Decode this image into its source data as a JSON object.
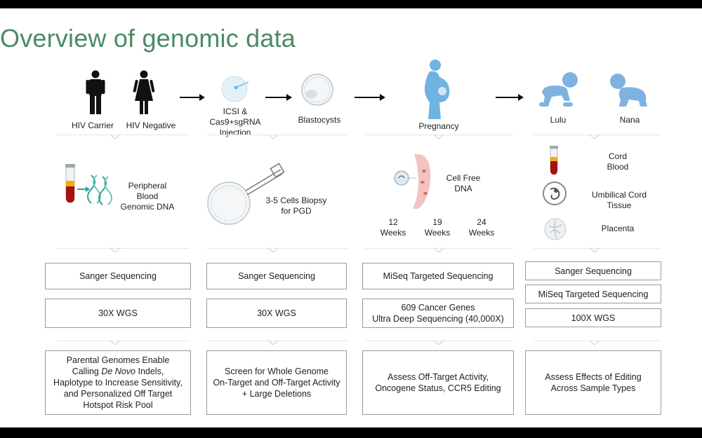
{
  "title": "Overview of genomic data",
  "stages": {
    "parents": {
      "carrier": "HIV Carrier",
      "negative": "HIV Negative"
    },
    "injection": {
      "line1": "ICSI &",
      "line2": "Cas9+sgRNA",
      "line3": "Injection"
    },
    "blastocysts": "Blastocysts",
    "pregnancy": "Pregnancy",
    "babies": {
      "lulu": "Lulu",
      "nana": "Nana"
    }
  },
  "samples": {
    "blood": {
      "line1": "Peripheral",
      "line2": "Blood",
      "line3": "Genomic DNA"
    },
    "biopsy": {
      "line1": "3-5 Cells Biopsy",
      "line2": "for PGD"
    },
    "cfdna": {
      "line1": "Cell Free",
      "line2": "DNA"
    },
    "weeks": [
      {
        "num": "12",
        "unit": "Weeks"
      },
      {
        "num": "19",
        "unit": "Weeks"
      },
      {
        "num": "24",
        "unit": "Weeks"
      }
    ],
    "cord_blood": {
      "line1": "Cord",
      "line2": "Blood"
    },
    "umbilical": {
      "line1": "Umbilical Cord",
      "line2": "Tissue"
    },
    "placenta": "Placenta"
  },
  "sequencing": {
    "col1": [
      "Sanger Sequencing",
      "30X WGS"
    ],
    "col2": [
      "Sanger Sequencing",
      "30X WGS"
    ],
    "col3": [
      "MiSeq Targeted Sequencing",
      "609 Cancer Genes",
      "Ultra Deep Sequencing (40,000X)"
    ],
    "col4": [
      "Sanger Sequencing",
      "MiSeq Targeted Sequencing",
      "100X WGS"
    ]
  },
  "analysis": {
    "col1": {
      "l1": "Parental Genomes Enable",
      "l2a": "Calling ",
      "l2b": "De Novo",
      "l2c": " Indels,",
      "l3": "Haplotype to Increase Sensitivity,",
      "l4": "and Personalized Off Target",
      "l5": "Hotspot Risk Pool"
    },
    "col2": {
      "l1": "Screen for Whole Genome",
      "l2": "On-Target and Off-Target Activity",
      "l3": "+ Large Deletions"
    },
    "col3": {
      "l1": "Assess Off-Target Activity,",
      "l2": "Oncogene Status, CCR5 Editing"
    },
    "col4": {
      "l1": "Assess Effects of Editing",
      "l2": "Across Sample Types"
    }
  },
  "colors": {
    "title": "#4a8a66",
    "baby": "#7fb2e0",
    "border": "#9a9a9a"
  }
}
